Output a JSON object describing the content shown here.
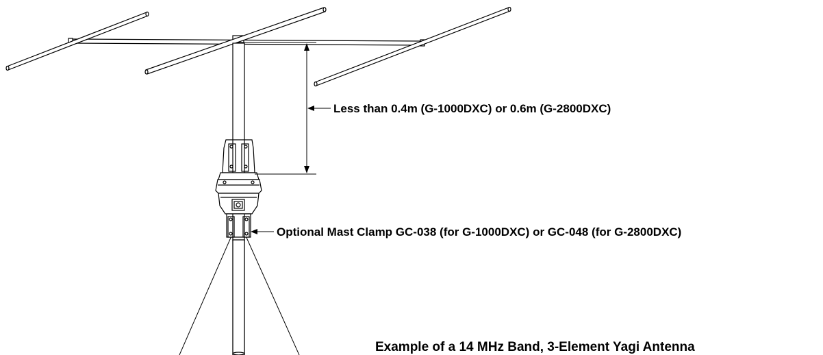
{
  "labels": {
    "distance_note": "Less than 0.4m (G-1000DXC) or 0.6m (G-2800DXC)",
    "clamp_note": "Optional Mast Clamp GC-038 (for G-1000DXC) or GC-048 (for G-2800DXC)"
  },
  "caption": "Example of a 14 MHz Band, 3-Element Yagi Antenna"
}
